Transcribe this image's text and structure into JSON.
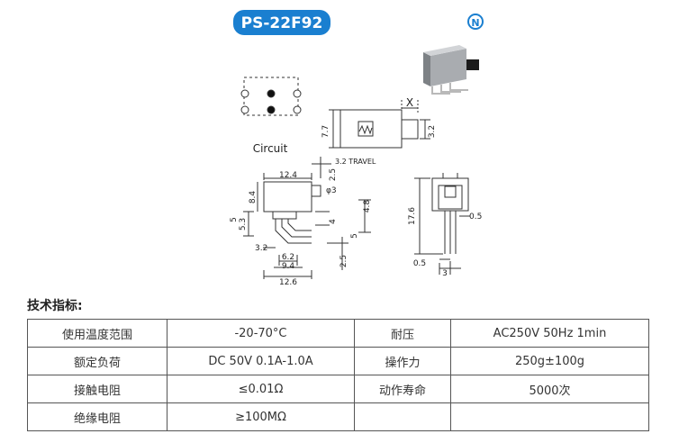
{
  "model_badge": "PS-22F92",
  "brand_logo_letter": "N",
  "circuit_label": "Circuit",
  "dimensions": {
    "x_mark": "X",
    "d77": "7.7",
    "d32_side": "3.2",
    "d32_travel": "3.2 TRAVEL",
    "d124": "12.4",
    "d25_top": "2.5",
    "phi3": "φ3",
    "d84": "8.4",
    "d53": "5.3",
    "d5": "5",
    "d4": "4",
    "d48": "4.8",
    "d5b": "5",
    "d32_left": "3.2",
    "d62": "6.2",
    "d94": "9.4",
    "d126": "12.6",
    "d25_bottom": "2.5",
    "d176": "17.6",
    "d05_right": "0.5",
    "d05_bottom": "0.5",
    "d3": "3"
  },
  "specs_title": "技术指标:",
  "specs": [
    {
      "label1": "使用温度范围",
      "value1": "-20-70°C",
      "label2": "耐压",
      "value2": "AC250V 50Hz 1min"
    },
    {
      "label1": "额定负荷",
      "value1": "DC 50V 0.1A-1.0A",
      "label2": "操作力",
      "value2": "250g±100g"
    },
    {
      "label1": "接触电阻",
      "value1": "≤0.01Ω",
      "label2": "动作寿命",
      "value2": "5000次"
    },
    {
      "label1": "绝缘电阻",
      "value1": "≥100MΩ",
      "label2": "",
      "value2": ""
    }
  ],
  "colors": {
    "badge": "#1a7fd0",
    "line": "#333333",
    "logo": "#1a7fd0"
  }
}
